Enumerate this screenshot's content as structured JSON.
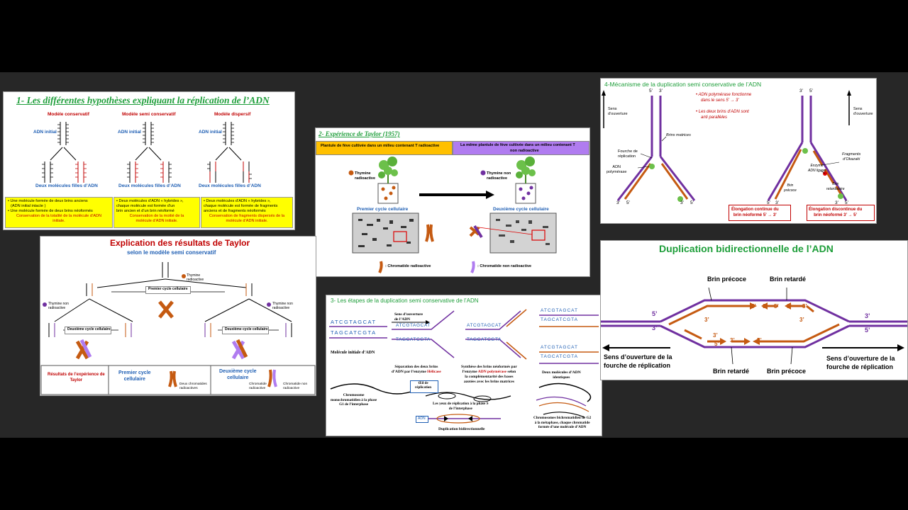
{
  "panel1": {
    "title": "1- Les différentes hypothèses expliquant la réplication de l’ADN",
    "models": [
      "Modèle conservatif",
      "Modèle semi conservatif",
      "Modèle dispersif"
    ],
    "adn_initial": "ADN initial",
    "daughters": "Deux molécules filles d’ADN",
    "box1": [
      "• Une molécule formée de deux brins anciens",
      "(ADN initial intacte )",
      "• Une molécule formée de deux brins néoformés"
    ],
    "box1_red": [
      "Conservation de la totalité de la molécule d’ADN",
      "initiale."
    ],
    "box2": [
      "• Deux molécules d’ADN « hybrides »,",
      "chaque molécule est formée d’un",
      "brin ancien et d’un brin néoformé"
    ],
    "box2_red": [
      "Conservation de la moitié de la",
      "molécule d’ADN initiale."
    ],
    "box3": [
      "• Deux molécules d’ADN « hybrides »,",
      "chaque molécule est formée de fragments",
      "anciens et de fragments néoformés"
    ],
    "box3_red": [
      "Conservation de fragments dispersés de la",
      "molécule d’ADN initiale."
    ]
  },
  "panel2": {
    "title": "2- Expérience de Taylor (1957)",
    "header_left": "Plantule de fève cultivée dans un milieu contenant T radioactive",
    "header_right": [
      "La même plantule de fève cultivée dans un milieu contenant T",
      "non radioactive"
    ],
    "thymine_radio": [
      "Thymine",
      "radioactive"
    ],
    "thymine_non_radio": [
      "Thymine non",
      "radioactive"
    ],
    "cycle1": "Premier cycle cellulaire",
    "cycle2": "Deuxième cycle cellulaire",
    "legend_radio": ": Chromatide radioactive",
    "legend_non_radio": ": Chromatide non radioactive"
  },
  "panel3": {
    "title": "Explication des résultats de Taylor",
    "subtitle": "selon le modèle semi conservatif",
    "thymine_radio": [
      "Thymine",
      "radioactive"
    ],
    "thymine_non_radio": [
      "Thymine non",
      "radioactive"
    ],
    "cycle1": "Premier cycle cellulaire",
    "cycle2": "Deuxième cycle cellulaire",
    "table_label": [
      "Résultats de l’expérience de",
      "Taylor"
    ],
    "table_cycle1": [
      "Premier cycle",
      "cellulaire"
    ],
    "table_cycle2": [
      "Deuxième cycle",
      "cellulaire"
    ],
    "deux_chromatides": [
      "Deux chromatides",
      "radioactives"
    ],
    "chromatide_radioactive": [
      "Chromatide",
      "radioactive"
    ],
    "chromatide_non_radioactive": [
      "Chromatide non",
      "radioactive"
    ]
  },
  "panel4": {
    "title": "3- Les étapes de la duplication semi conservative de l’ADN",
    "seq_top": "ATCGTAGCAT",
    "seq_bottom": "TAGCATCGTA",
    "molecule_initiale": "Molécule initiale d’ADN",
    "sens_ouverture": [
      "Sens d’ouverture",
      "de l’ADN"
    ],
    "separation": [
      "Séparation des deux brins",
      "d’ADN par l’enzyme"
    ],
    "helicase": "Hélicase",
    "synthese": [
      "Synthèse des brins néoformés par",
      "l’enzyme",
      "ADN polymérase",
      "selon",
      "la complémentarité des bases",
      "azotées avec les brins matrices"
    ],
    "deux_molecules": [
      "Deux molécules d’ADN",
      "identiques"
    ],
    "chromosome_mono": [
      "Chromosome",
      "monochromatidien à la phase",
      "G1 de l’interphase"
    ],
    "oeil": [
      "Œil de",
      "réplication"
    ],
    "yeux": [
      "Les yeux de réplication à la phase S",
      "de l’interphase"
    ],
    "adn_label": "ADN",
    "duplication_bidir": "Duplication bidirectionnelle",
    "chromosomes_bichro": [
      "Chromosomes bichromatidien de G2",
      "à la métaphase, chaque chromatide",
      "formée d’une molécule d’ADN"
    ]
  },
  "panel5": {
    "title": "4-Mécanisme de la duplication semi conservative de l’ADN",
    "sens_ouverture": [
      "Sens",
      "d’ouverture"
    ],
    "bullet1": [
      "ADN polymérase fonctionne",
      "dans le sens 5’",
      "3’"
    ],
    "bullet2": [
      "Les deux brins d’ADN sont",
      "anti parallèles"
    ],
    "brins_matrices": "Brins matrices",
    "fourche": [
      "Fourche de",
      "réplication"
    ],
    "adn_polymerase": [
      "ADN",
      "polymérase"
    ],
    "enzyme_ligase": [
      "Enzyme",
      "ADN ligase"
    ],
    "fragments": [
      "Fragments",
      "d’Okazaki"
    ],
    "brin_precoce": [
      "Brin",
      "précoce"
    ],
    "brin_retardataire": [
      "Brin",
      "retardataire"
    ],
    "elongation_continue": [
      "Élongation continue du",
      "brin néoformé 5’",
      "3’"
    ],
    "elongation_discontinue": [
      "Élongation discontinue du",
      "brin néoformé 3’",
      "5’"
    ],
    "five": "5’",
    "three": "3’"
  },
  "panel6": {
    "title": "Duplication bidirectionnelle de l’ADN",
    "brin_precoce": "Brin précoce",
    "brin_retarde": "Brin retardé",
    "sens_left": [
      "Sens d’ouverture de la",
      "fourche de réplication"
    ],
    "sens_right": [
      "Sens d’ouverture de la",
      "fourche de réplication"
    ],
    "five": "5’",
    "three": "3’"
  },
  "colors": {
    "title_green": "#1e9e3a",
    "heading_red": "#c00000",
    "label_blue": "#1f5fb4",
    "purple": "#7030a0",
    "orange": "#c55a11",
    "yellow": "#ffff00",
    "orange_header": "#ffc000",
    "violet_header": "#b07cf0"
  }
}
